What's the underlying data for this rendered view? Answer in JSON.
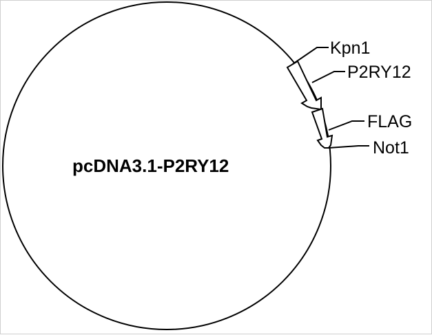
{
  "plasmid": {
    "name": "pcDNA3.1-P2RY12"
  },
  "features": [
    {
      "name": "Kpn1",
      "kind": "restriction-site"
    },
    {
      "name": "P2RY12",
      "kind": "insert"
    },
    {
      "name": "FLAG",
      "kind": "tag"
    },
    {
      "name": "Not1",
      "kind": "restriction-site"
    }
  ],
  "colors": {
    "stroke": "#000000",
    "background": "#ffffff"
  }
}
